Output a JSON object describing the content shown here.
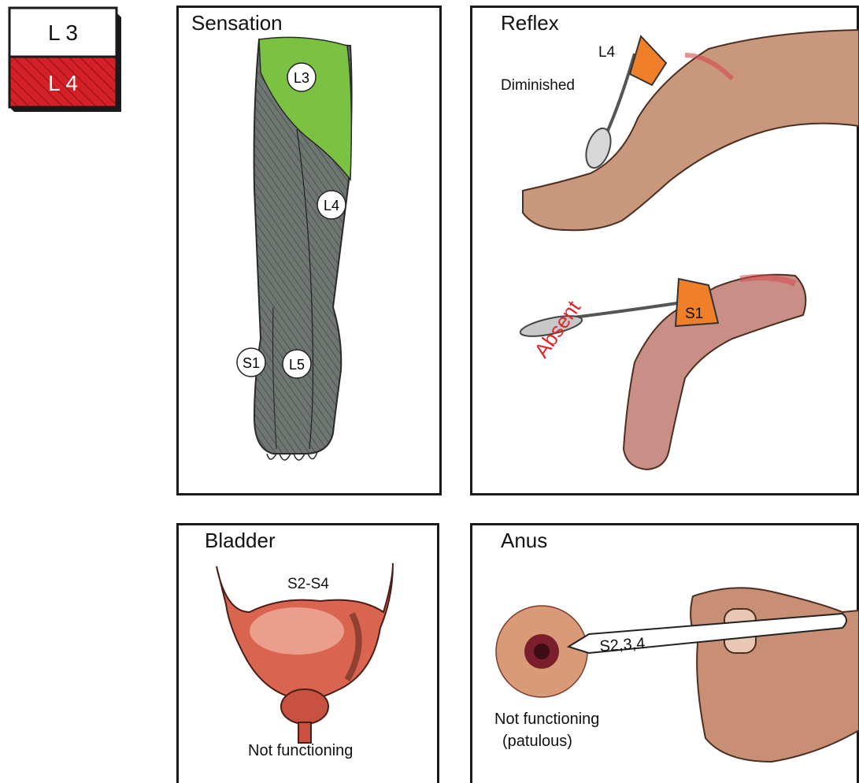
{
  "legend": {
    "top_label": "L 3",
    "bottom_label": "L 4",
    "top_color": "#ffffff",
    "bottom_color": "#d42027"
  },
  "sensation": {
    "title": "Sensation",
    "markers": {
      "l3": "L3",
      "l4": "L4",
      "s1": "S1",
      "l5": "L5"
    },
    "colors": {
      "normal": "#7cc242",
      "affected": "#6f7672"
    }
  },
  "reflex": {
    "title": "Reflex",
    "knee_level": "L4",
    "knee_status": "Diminished",
    "ankle_level": "S1",
    "ankle_status": "Absent",
    "colors": {
      "hammer": "#f07f2a",
      "absent": "#e0262b"
    }
  },
  "bladder": {
    "title": "Bladder",
    "level": "S2-S4",
    "status": "Not functioning"
  },
  "anus": {
    "title": "Anus",
    "level": "S2,3,4",
    "status_line1": "Not functioning",
    "status_line2": "(patulous)"
  }
}
